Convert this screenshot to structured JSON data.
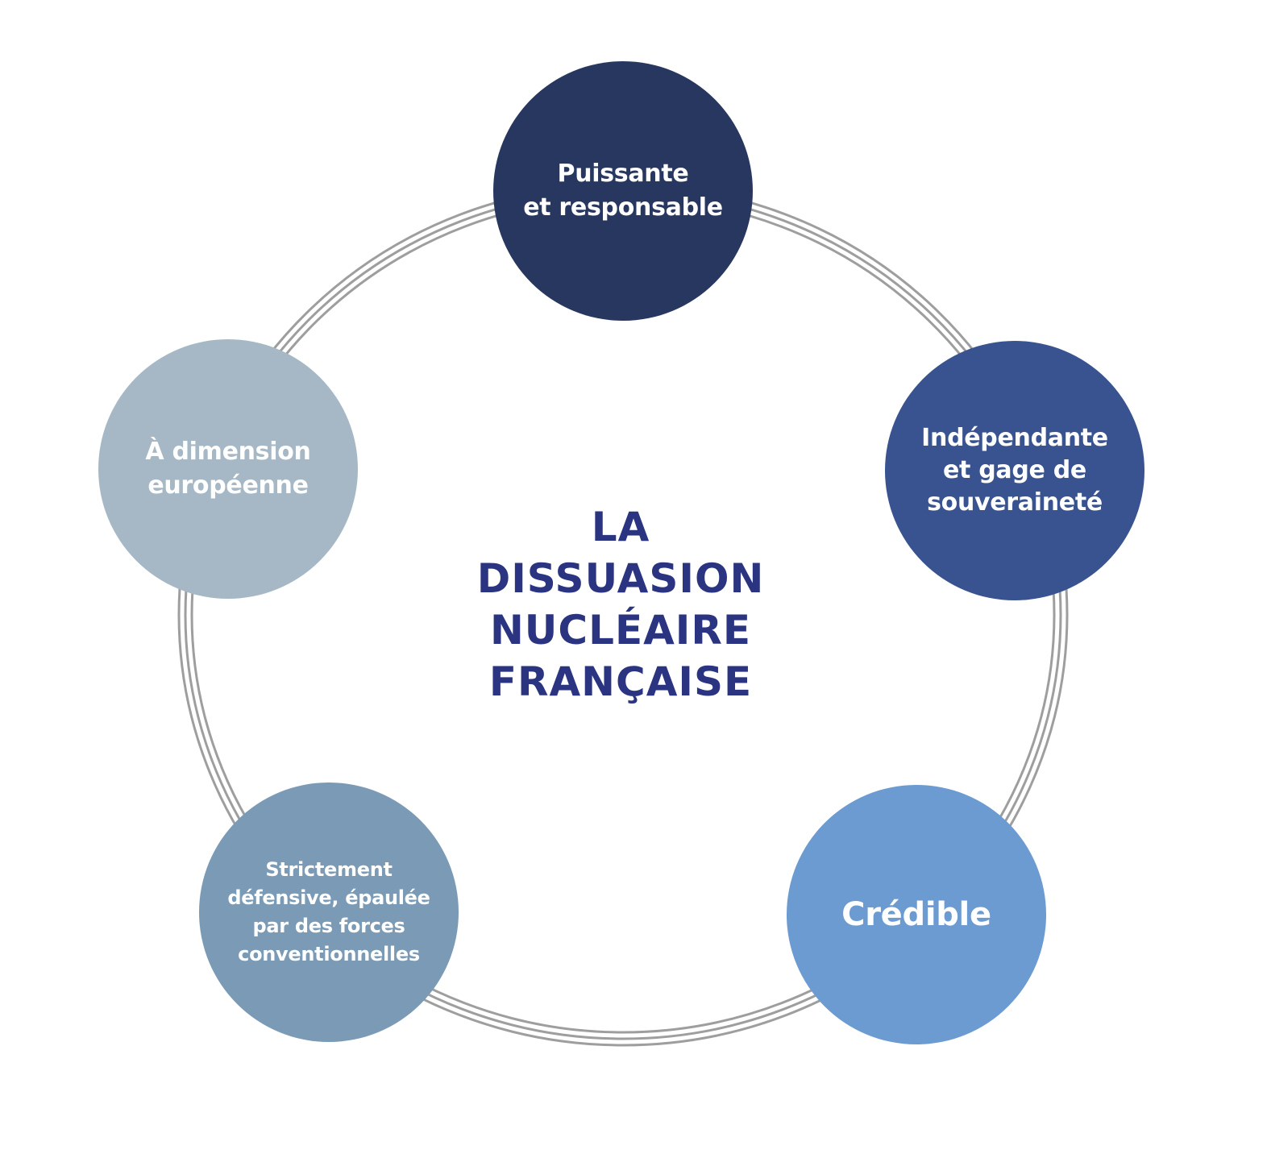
{
  "center_title": "LA\nDISSUASION\nNUCLÉAIRE\nFRANÇAISE",
  "nodes": [
    {
      "id": "top",
      "label": "Puissante\net responsable",
      "color": "#28375f"
    },
    {
      "id": "right",
      "label": "Indépendante\net gage de\nsouveraineté",
      "color": "#385390"
    },
    {
      "id": "bottom_right",
      "label": "Crédible",
      "color": "#6b9bd1"
    },
    {
      "id": "bottom_left",
      "label": "Strictement\ndéfensive, épaulée\npar des forces\nconventionnelles",
      "color": "#7a9ab5"
    },
    {
      "id": "left",
      "label": "À dimension\neuropéenne",
      "color": "#a6b8c5"
    }
  ],
  "colors": {
    "title": "#2b3480",
    "ring": "#9e9e9e"
  }
}
